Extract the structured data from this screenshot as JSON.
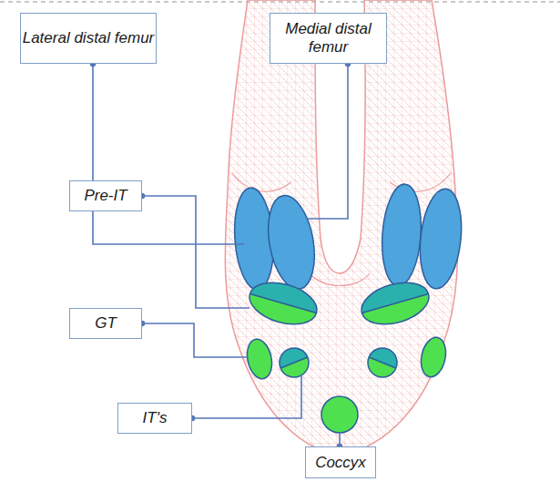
{
  "diagram": {
    "nodes": [
      {
        "text": [
          "Lateral distal femur"
        ]
      },
      {
        "text": [
          "Medial distal femur"
        ]
      },
      {
        "text": [
          "Pre-IT"
        ]
      },
      {
        "text": [
          "GT"
        ]
      },
      {
        "text": [
          "IT's"
        ]
      },
      {
        "text": [
          "Coccyx"
        ]
      }
    ]
  }
}
